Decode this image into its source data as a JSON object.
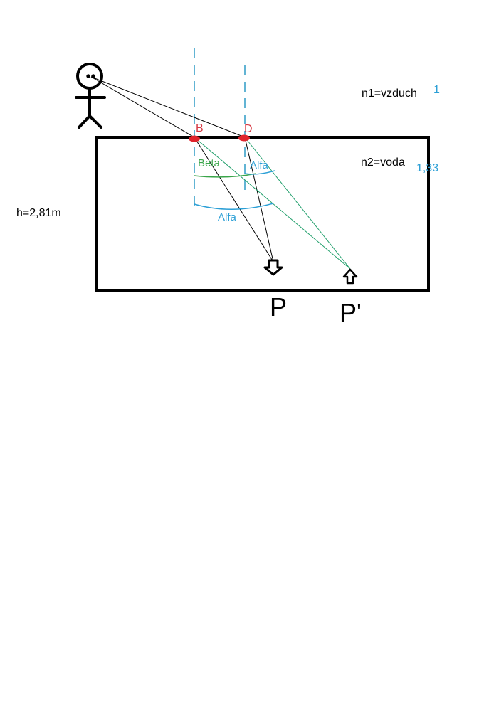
{
  "labels": {
    "point_b": "B",
    "point_d": "D",
    "n1": "n1=vzduch",
    "n1_value": "1",
    "n2": "n2=voda",
    "n2_value": "1,33",
    "height": "h=2,81m",
    "beta": "Beta",
    "alfa_d": "Alfa",
    "alfa_b": "Alfa",
    "object_p": "P",
    "image_p": "P'"
  },
  "colors": {
    "ink": "#000000",
    "point": "#e0242c",
    "point_label": "#d63a44",
    "blue_label": "#2b9fd6",
    "green_label": "#3aa54a",
    "normal_line": "#2e9cc6",
    "green_ray": "#1f9e6a",
    "blue_arc": "#2b9fd6",
    "green_arc": "#3aa54a"
  },
  "icons": {
    "stick_figure": "observer-icon",
    "arrow_down": "object-arrow-icon",
    "arrow_up": "image-arrow-icon"
  }
}
